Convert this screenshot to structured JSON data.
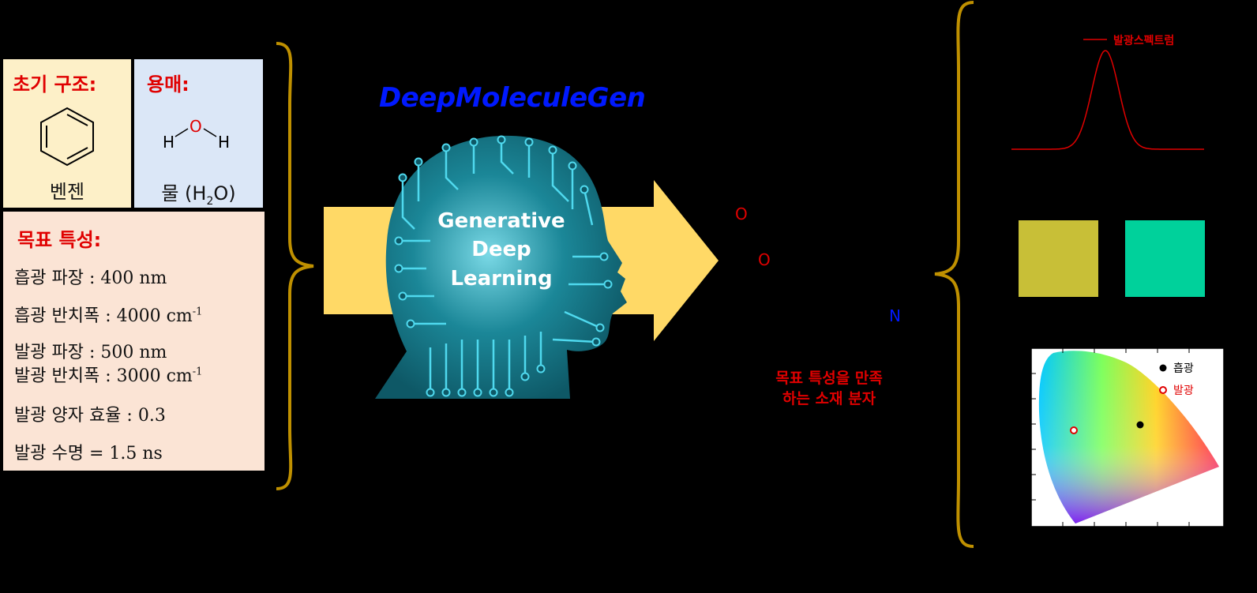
{
  "inputs": {
    "initial_structure": {
      "title": "초기 구조:",
      "name": "벤젠"
    },
    "solvent": {
      "title": "용매:",
      "atom_h_left": "H",
      "atom_o": "O",
      "atom_h_right": "H",
      "name_prefix": "물 (H",
      "name_sub": "2",
      "name_suffix": "O)"
    },
    "target_properties": {
      "title": "목표 특성:",
      "items": [
        {
          "label": "흡광 파장",
          "value": " : 400 nm",
          "sup": ""
        },
        {
          "label": "흡광 반치폭",
          "value": " : 4000 cm",
          "sup": "-1"
        },
        {
          "label": "발광 파장",
          "value": " : 500 nm",
          "sup": ""
        },
        {
          "label": "발광 반치폭",
          "value": " : 3000 cm",
          "sup": "-1"
        },
        {
          "label": "발광 양자 효율",
          "value": " : 0.3",
          "sup": ""
        },
        {
          "label": "발광 수명",
          "value": " = 1.5 ns",
          "sup": ""
        }
      ]
    }
  },
  "model": {
    "name": "DeepMoleculeGen",
    "head_line1": "Generative",
    "head_line2": "Deep",
    "head_line3": "Learning"
  },
  "output_molecule": {
    "atom_o1": "O",
    "atom_o2": "O",
    "atom_n": "N",
    "caption_line1": "목표 특성을 만족",
    "caption_line2": "하는 소재 분자"
  },
  "results": {
    "spectrum_legend": "발광스펙트럼",
    "color_swatches": [
      "#c8bf37",
      "#00d19b"
    ],
    "cie_legend": [
      {
        "label": "흡광",
        "marker": "filled-black-dot"
      },
      {
        "label": "발광",
        "marker": "hollow-red-dot"
      }
    ]
  },
  "colors": {
    "title_red": "#e00000",
    "model_blue": "#0019ff",
    "arrow_yellow": "#ffd966",
    "brace_gold": "#bf9000",
    "head_teal": "#1a7f90",
    "circuit_cyan": "#4fd9ee",
    "structure_box": "#fdf0c8",
    "solvent_box": "#dbe7f7",
    "target_box": "#fbe4d5"
  }
}
